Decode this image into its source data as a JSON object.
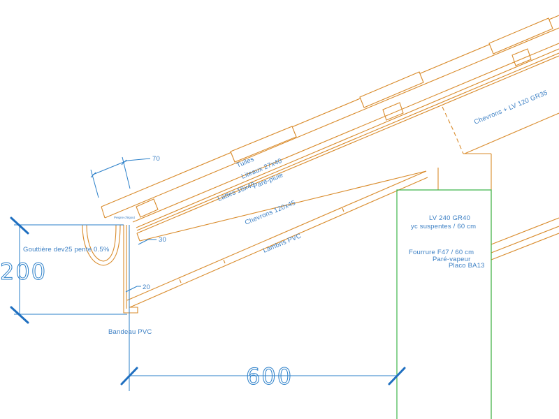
{
  "labels": {
    "tuiles": "Tuiles",
    "liteaux": "Liteaux 27x40",
    "pare_pluie": "Pare-pluie",
    "lattes": "Lattes 18x40",
    "chevrons": "Chevrons 120x45",
    "lambris": "Lambris PVC",
    "chevrons_lv": "Chevrons + LV 120 GR35",
    "lv_line1": "LV 240 GR40",
    "lv_line2": "yc suspentes / 60 cm",
    "fourrure": "Fourrure F47 / 60 cm",
    "pare_vapeur": "Paré-vapeur",
    "placo": "Placo BA13",
    "gouttiere": "Gouttière dev25 pente 0.5%",
    "bandeau": "Bandeau PVC",
    "peigne": "Peigne d'égout"
  },
  "dimensions": {
    "d70": "70",
    "d30": "30",
    "d20": "20",
    "d200": "200",
    "d600": "600"
  },
  "colors": {
    "structure": "#d98b2b",
    "wall": "#3cb44b",
    "annotation": "#2a7fc9"
  }
}
